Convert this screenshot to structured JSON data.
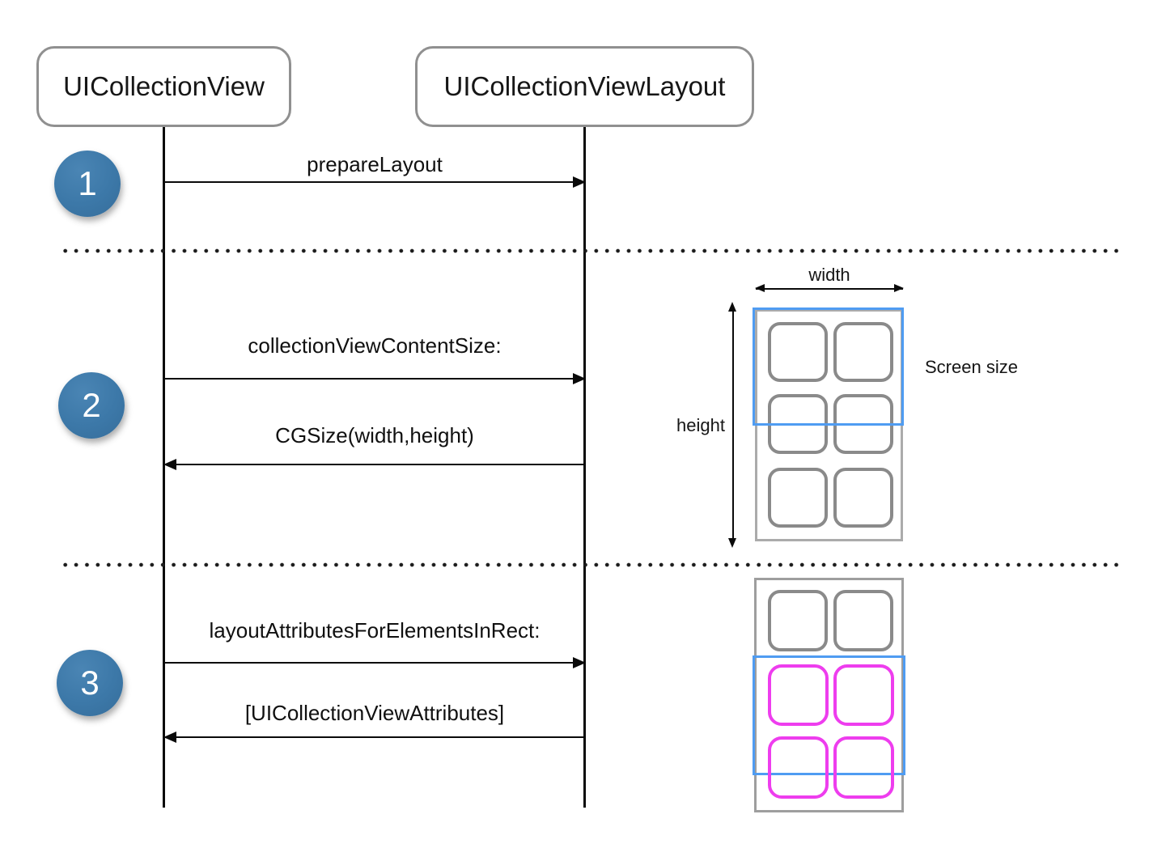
{
  "diagram": {
    "participants": [
      {
        "id": "uicollectionview",
        "label": "UICollectionView"
      },
      {
        "id": "uicollectionviewlayout",
        "label": "UICollectionViewLayout"
      }
    ],
    "steps": [
      {
        "number": "1",
        "messages": [
          {
            "label": "prepareLayout",
            "direction": "right"
          }
        ]
      },
      {
        "number": "2",
        "messages": [
          {
            "label": "collectionViewContentSize:",
            "direction": "right"
          },
          {
            "label": "CGSize(width,height)",
            "direction": "left"
          }
        ]
      },
      {
        "number": "3",
        "messages": [
          {
            "label": "layoutAttributesForElementsInRect:",
            "direction": "right"
          },
          {
            "label": "[UICollectionViewAttributes]",
            "direction": "left"
          }
        ]
      }
    ],
    "annotations": {
      "width_label": "width",
      "height_label": "height",
      "screen_size_label": "Screen size"
    },
    "colors": {
      "step_badge_blue": "#3c78a8",
      "viewport_blue": "#4f9cf2",
      "attributes_magenta": "#ee3dee",
      "cell_gray": "#8a8a8a",
      "frame_gray": "#ababab",
      "line_black": "#0a0a0a"
    }
  }
}
